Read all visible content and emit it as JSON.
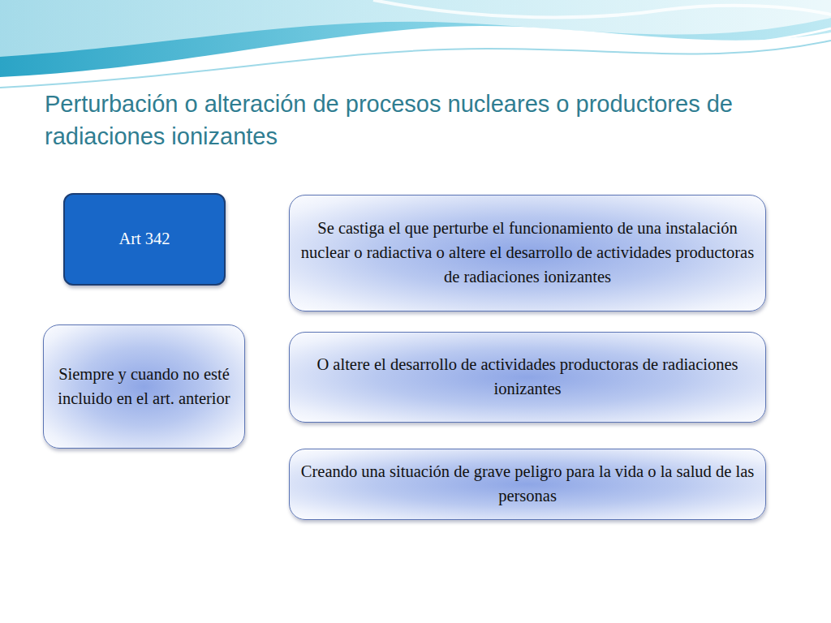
{
  "diagram": {
    "title": "Perturbación o alteración de procesos nucleares o productores de radiaciones ionizantes",
    "nodes": [
      {
        "text": [
          "Art 342"
        ]
      },
      {
        "text": [
          "Se castiga el que perturbe el funcionamiento de una instalación nuclear o radiactiva o altere el desarrollo de actividades productoras de radiaciones ionizantes"
        ]
      },
      {
        "text": [
          "Siempre y cuando no esté incluido en el art. anterior"
        ]
      },
      {
        "text": [
          "O altere el desarrollo de actividades productoras de radiaciones ionizantes"
        ]
      },
      {
        "text": [
          "Creando una situación de grave peligro para la vida o la salud de las personas"
        ]
      }
    ]
  }
}
